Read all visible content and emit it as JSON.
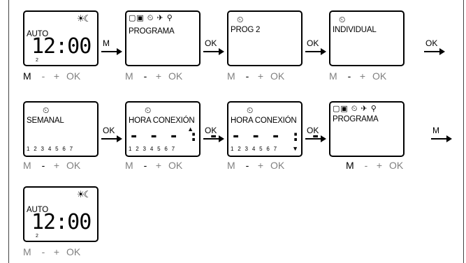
{
  "steps": [
    {
      "title": "AUTO",
      "time": "12:00",
      "sub": "2",
      "highlight": "M"
    },
    {
      "title": "PROGRAMA",
      "highlight": ""
    },
    {
      "title": "PROG 2",
      "highlight": ""
    },
    {
      "title": "INDIVIDUAL",
      "highlight": ""
    },
    {
      "title": "SEMANAL",
      "days": "1 2 3 4 5 6 7",
      "highlight": ""
    },
    {
      "title": "HORA CONEXIÓN",
      "dashes": "- - - : - -",
      "days": "1 2 3 4 5 6 7",
      "triangle": "▲",
      "highlight": ""
    },
    {
      "title": "HORA CONEXIÓN",
      "dashes": "- - - : - -",
      "days": "1 2 3 4 5 6 7",
      "triangle": "▼",
      "highlight": ""
    },
    {
      "title": "PROGRAMA",
      "highlight": "M"
    },
    {
      "title": "AUTO",
      "time": "12:00",
      "sub": "2",
      "highlight": ""
    }
  ],
  "keys": {
    "m": "M",
    "minus": "-",
    "plus": "+",
    "ok": "OK"
  },
  "arrows": [
    "M",
    "OK",
    "OK",
    "OK",
    "OK",
    "OK",
    "OK",
    "M"
  ],
  "icons": {
    "sun_moon": "☀☾",
    "clock": "⏲",
    "program_icons": "▢▣ ⏲ ✈ ⚲"
  }
}
